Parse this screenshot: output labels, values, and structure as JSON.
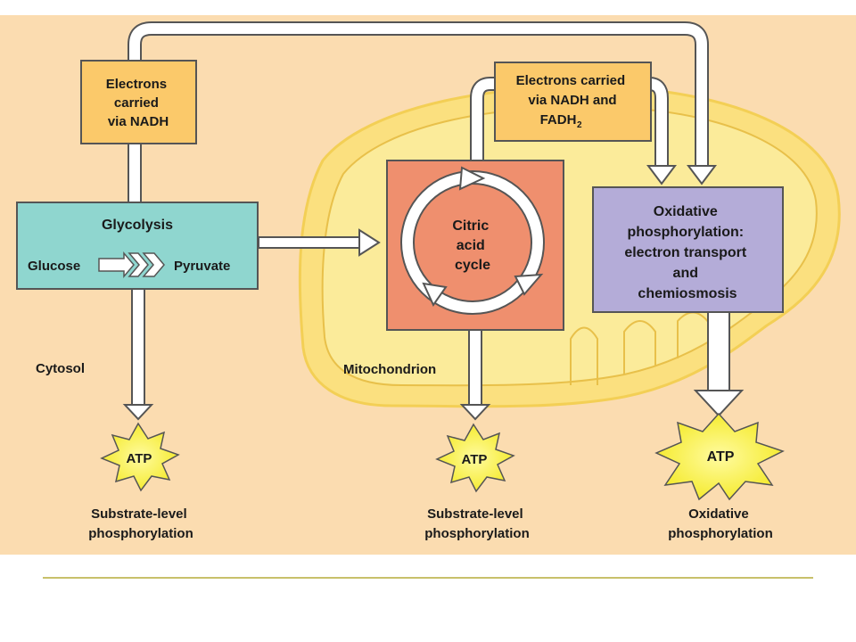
{
  "colors": {
    "background": "#fbdcb0",
    "mitochondrion_outer": "#fbe07f",
    "mitochondrion_inner": "#fbeb9a",
    "nadh_box": "#fbc96a",
    "glycolysis_box": "#8fd6cf",
    "citric_box": "#ef8f6e",
    "oxphos_box": "#b4acd8",
    "atp_burst": "#f6ee22",
    "divider": "#c8c06a"
  },
  "labels": {
    "electrons_nadh": [
      "Electrons",
      "carried",
      "via NADH"
    ],
    "electrons_nadh_fadh": [
      "Electrons carried",
      "via NADH and",
      "FADH"
    ],
    "fadh_subscript": "2",
    "glycolysis_title": "Glycolysis",
    "glucose": "Glucose",
    "pyruvate": "Pyruvate",
    "citric_cycle": [
      "Citric",
      "acid",
      "cycle"
    ],
    "oxphos": [
      "Oxidative",
      "phosphorylation:",
      "electron transport",
      "and",
      "chemiosmosis"
    ],
    "cytosol": "Cytosol",
    "mitochondrion": "Mitochondrion",
    "atp": "ATP",
    "substrate_level_1": [
      "Substrate-level",
      "phosphorylation"
    ],
    "substrate_level_2": [
      "Substrate-level",
      "phosphorylation"
    ],
    "oxidative_phos": [
      "Oxidative",
      "phosphorylation"
    ]
  }
}
